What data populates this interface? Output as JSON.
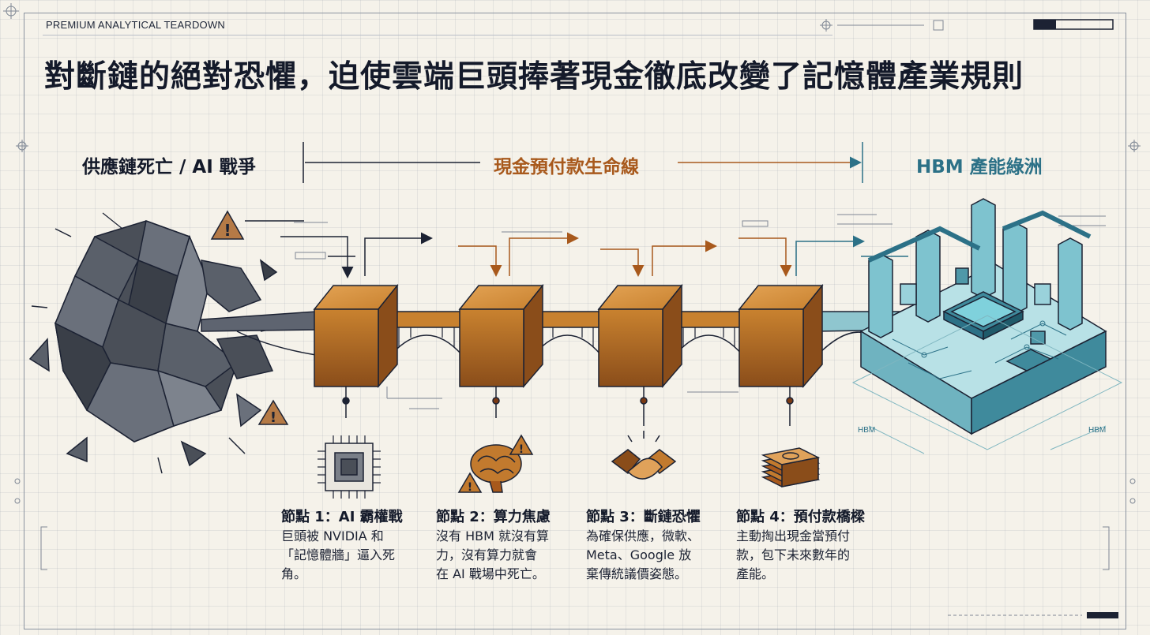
{
  "header": {
    "label": "PREMIUM ANALYTICAL TEARDOWN",
    "title": "對斷鏈的絕對恐懼，迫使雲端巨頭捧著現金徹底改變了記憶體產業規則"
  },
  "stages": {
    "left": "供應鏈死亡 / AI 戰爭",
    "middle": "現金預付款生命線",
    "right": "HBM 產能綠洲"
  },
  "nodes": [
    {
      "title": "節點 1：AI 霸權戰",
      "icon": "chip-icon",
      "desc": [
        "巨頭被 NVIDIA 和",
        "「記憶體牆」逼入死",
        "角。"
      ]
    },
    {
      "title": "節點 2：算力焦慮",
      "icon": "brain-warning-icon",
      "desc": [
        "沒有 HBM 就沒有算",
        "力，沒有算力就會",
        "在 AI 戰場中死亡。"
      ]
    },
    {
      "title": "節點 3：斷鏈恐懼",
      "icon": "handshake-icon",
      "desc": [
        "為確保供應，微軟、",
        "Meta、Google 放",
        "棄傳統議價姿態。"
      ]
    },
    {
      "title": "節點 4：預付款橋樑",
      "icon": "cash-stack-icon",
      "desc": [
        "主動掏出現金當預付",
        "款，包下未來數年的",
        "產能。"
      ]
    }
  ],
  "hbm_labels": [
    "HBM",
    "HBM"
  ],
  "colors": {
    "dark": "#141a2a",
    "amber": "#a8591c",
    "teal": "#2c7187",
    "block_fill": "#c27a2e",
    "rock": "#4a4f58"
  }
}
